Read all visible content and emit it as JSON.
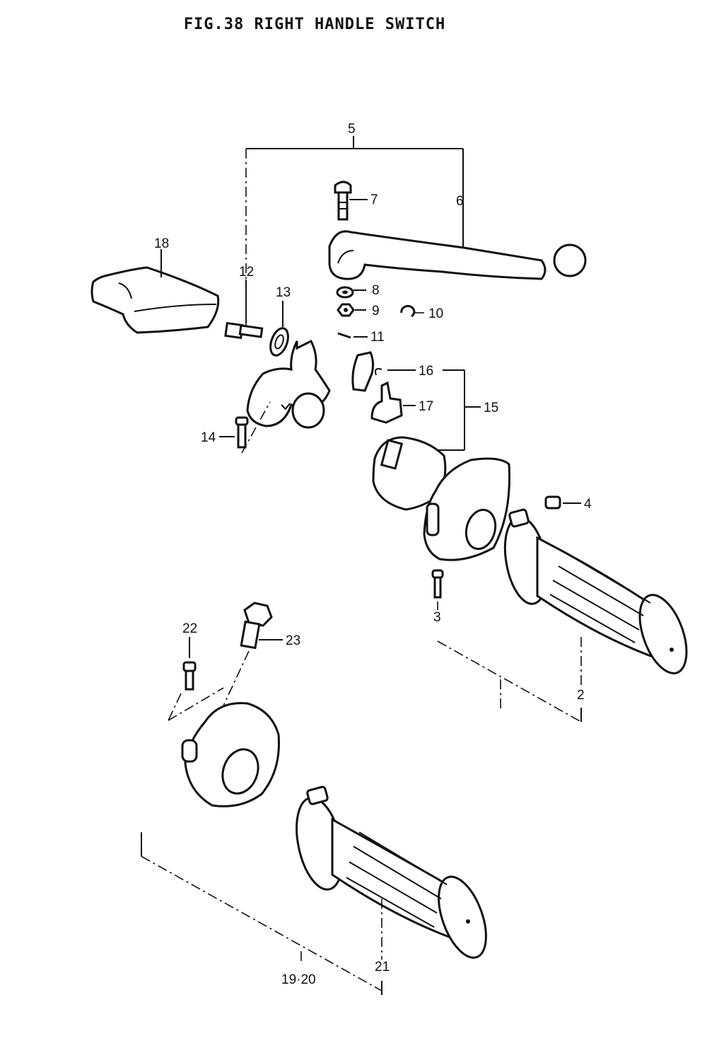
{
  "figure": {
    "title": "FIG.38  RIGHT HANDLE SWITCH"
  },
  "callouts": {
    "p2": "2",
    "p3": "3",
    "p4": "4",
    "p5": "5",
    "p6": "6",
    "p7": "7",
    "p8": "8",
    "p9": "9",
    "p10": "10",
    "p11": "11",
    "p12": "12",
    "p13": "13",
    "p14": "14",
    "p15": "15",
    "p16": "16",
    "p17": "17",
    "p18": "18",
    "p19_20": "19·20",
    "p21": "21",
    "p22": "22",
    "p23": "23"
  }
}
